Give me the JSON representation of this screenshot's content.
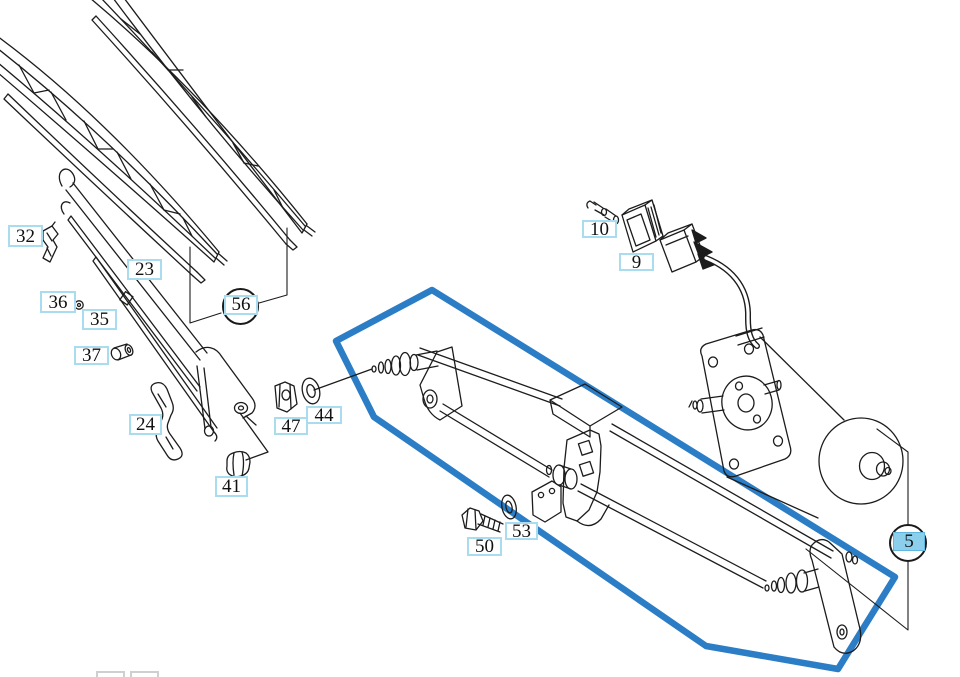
{
  "diagram": {
    "kind": "wiper-system-parts-diagram",
    "colors": {
      "background": "#ffffff",
      "line_art": "#1c1c1c",
      "highlight_blue": "#2b7dc6",
      "label_border": "#aadcef",
      "selected_callout_fill": "#8bcfec",
      "selected_callout_border": "#5fb6de",
      "clipped_label_border": "#cfcfcf"
    },
    "part_labels": [
      {
        "number": "32"
      },
      {
        "number": "23"
      },
      {
        "number": "36"
      },
      {
        "number": "35"
      },
      {
        "number": "37"
      },
      {
        "number": "24"
      },
      {
        "number": "47"
      },
      {
        "number": "44"
      },
      {
        "number": "41"
      },
      {
        "number": "50"
      },
      {
        "number": "53"
      },
      {
        "number": "10"
      },
      {
        "number": "9"
      }
    ],
    "callouts": [
      {
        "number": "56",
        "selected": false
      },
      {
        "number": "5",
        "selected": true
      }
    ]
  }
}
